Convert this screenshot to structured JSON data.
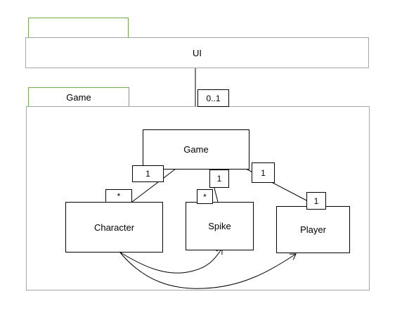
{
  "ui_package": {
    "tab_label": "",
    "name": "UI"
  },
  "game_package": {
    "tab_label": "Game"
  },
  "classes": {
    "game": "Game",
    "character": "Character",
    "spike": "Spike",
    "player": "Player"
  },
  "multiplicities": {
    "ui_game": "0..1",
    "game_character_game_end": "1",
    "game_character_char_end": "*",
    "game_spike_game_end": "1",
    "game_spike_spike_end": "*",
    "game_player_game_end": "1",
    "game_player_player_end": "1"
  },
  "colors": {
    "package_tab_border": "#70ad47",
    "package_frame_border": "#a6a6a6",
    "class_border": "#000000"
  }
}
